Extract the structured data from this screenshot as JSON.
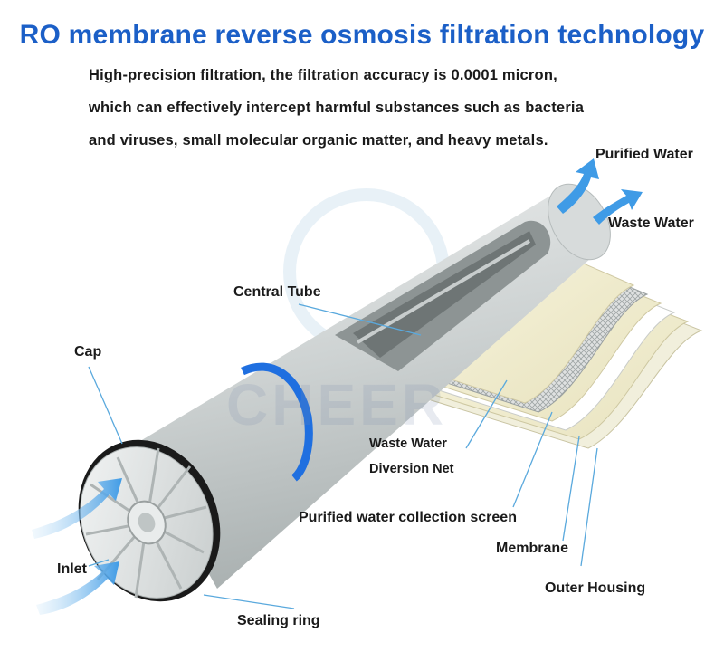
{
  "title": "RO membrane reverse osmosis filtration technology",
  "description": [
    "High-precision filtration, the filtration accuracy is 0.0001 micron,",
    "which can effectively intercept harmful substances such as bacteria",
    "and viruses, small molecular organic matter, and heavy metals."
  ],
  "labels": {
    "purified_water": "Purified Water",
    "waste_water": "Waste Water",
    "central_tube": "Central Tube",
    "cap": "Cap",
    "inlet": "Inlet",
    "sealing_ring": "Sealing ring",
    "waste_water_net_1": "Waste Water",
    "waste_water_net_2": "Diversion Net",
    "collection_screen": "Purified water collection screen",
    "membrane": "Membrane",
    "outer_housing": "Outer Housing"
  },
  "watermark": "CHEER",
  "colors": {
    "title": "#1b5fc7",
    "blue_ring": "#1f6fe0",
    "arrow": "#4aa3e8",
    "leader_line": "#5aa9dd"
  }
}
